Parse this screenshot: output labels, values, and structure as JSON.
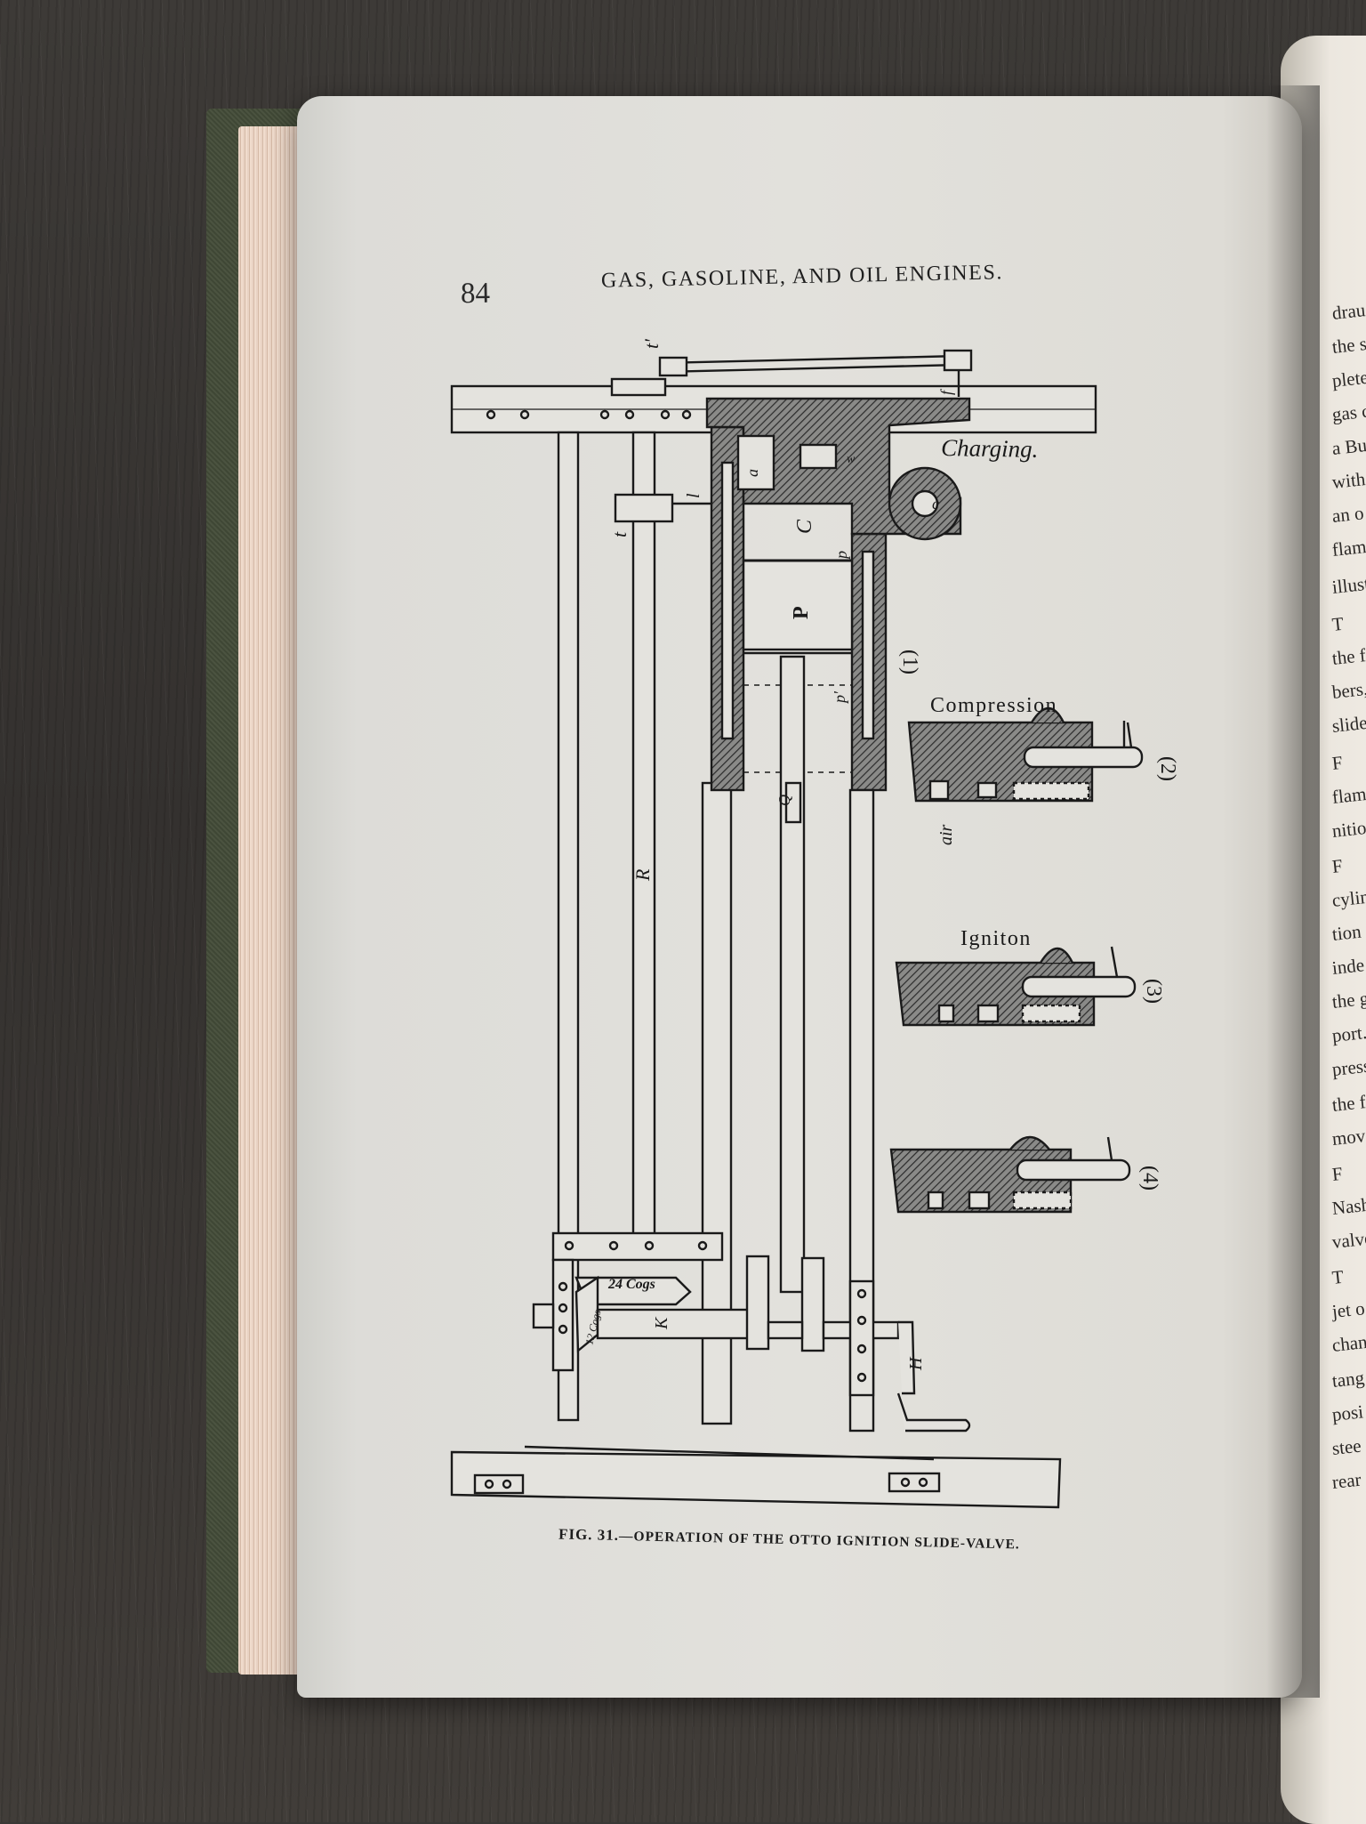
{
  "page": {
    "number": "84",
    "running_head": "GAS, GASOLINE, AND OIL ENGINES.",
    "caption_fig": "FIG. 31.",
    "caption_text": "—OPERATION OF THE OTTO IGNITION SLIDE-VALVE."
  },
  "figure": {
    "stage_labels": [
      "Charging.",
      "Compression",
      "Igniton"
    ],
    "stage_numbers": [
      "(1)",
      "(2)",
      "(3)",
      "(4)"
    ],
    "part_letters": {
      "t_prime": "t'",
      "t": "t",
      "l": "l",
      "R": "R",
      "C": "C",
      "c": "c",
      "P": "P",
      "p": "p",
      "p_prime": "p'",
      "a": "a",
      "w": "w",
      "f": "f",
      "K": "K",
      "H": "H",
      "Q": "Q",
      "air": "air"
    },
    "gear_labels": [
      "24 Cogs",
      "12 Cogs"
    ]
  },
  "facing_page_fragments": [
    "drau",
    "the s",
    "plete",
    "gas c",
    "a Bu",
    "with",
    "an o",
    "flame",
    "illust",
    "T",
    "the f",
    "bers,",
    "slide",
    "F",
    "flame",
    "nitio",
    "F",
    "cylin",
    "tion",
    "inde",
    "the g",
    "port.",
    "press",
    "the f",
    "move",
    "F",
    "Nash",
    "valve",
    "T",
    "jet o",
    "chan",
    "tang",
    "posi",
    "stee",
    "rear"
  ],
  "colors": {
    "ink": "#1a1a1a",
    "page": "#e0dfda",
    "valve_fill": "#6e6e6e"
  }
}
